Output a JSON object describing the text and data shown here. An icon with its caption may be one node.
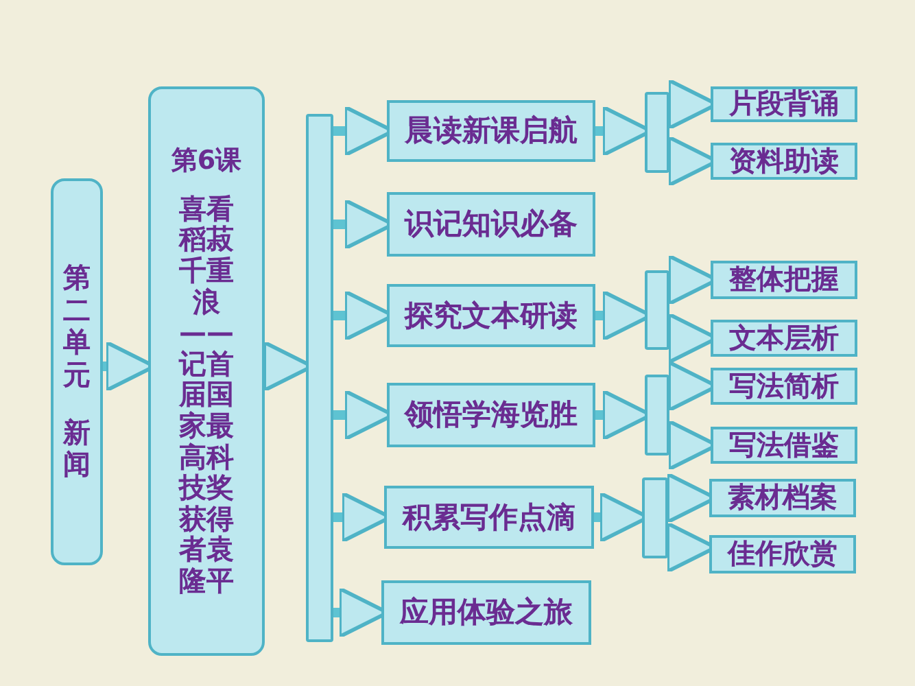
{
  "diagram": {
    "nodes": [
      {
        "text": [
          "第二单元",
          "新闻"
        ]
      },
      {
        "text": [
          "第6课",
          "喜看稻菽千重浪",
          "——记首届国家最高科技奖获得者袁隆平"
        ]
      },
      {
        "text": [],
        "shape": "bar"
      },
      {
        "text": [
          "晨读新课启航"
        ]
      },
      {
        "text": [],
        "shape": "bar"
      },
      {
        "text": [
          "片段背诵"
        ]
      },
      {
        "text": [
          "资料助读"
        ]
      },
      {
        "text": [
          "识记知识必备"
        ]
      },
      {
        "text": [
          "探究文本研读"
        ]
      },
      {
        "text": [],
        "shape": "bar"
      },
      {
        "text": [
          "整体把握"
        ]
      },
      {
        "text": [
          "文本层析"
        ]
      },
      {
        "text": [
          "领悟学海览胜"
        ]
      },
      {
        "text": [],
        "shape": "bar"
      },
      {
        "text": [
          "写法简析"
        ]
      },
      {
        "text": [
          "写法借鉴"
        ]
      },
      {
        "text": [
          "积累写作点滴"
        ]
      },
      {
        "text": [],
        "shape": "bar"
      },
      {
        "text": [
          "素材档案"
        ]
      },
      {
        "text": [
          "佳作欣赏"
        ]
      },
      {
        "text": [
          "应用体验之旅"
        ]
      }
    ],
    "edges": [
      {
        "from": 0,
        "to": 1,
        "arrow": "to"
      },
      {
        "from": 1,
        "to": 2,
        "arrow": "to"
      },
      {
        "from": 2,
        "to": 3,
        "arrow": "to"
      },
      {
        "from": 2,
        "to": 7,
        "arrow": "to"
      },
      {
        "from": 2,
        "to": 8,
        "arrow": "to"
      },
      {
        "from": 2,
        "to": 12,
        "arrow": "to"
      },
      {
        "from": 2,
        "to": 16,
        "arrow": "to"
      },
      {
        "from": 2,
        "to": 20,
        "arrow": "to"
      },
      {
        "from": 3,
        "to": 4,
        "arrow": "to"
      },
      {
        "from": 4,
        "to": 5,
        "arrow": "to"
      },
      {
        "from": 4,
        "to": 6,
        "arrow": "to"
      },
      {
        "from": 8,
        "to": 9,
        "arrow": "to"
      },
      {
        "from": 9,
        "to": 10,
        "arrow": "to"
      },
      {
        "from": 9,
        "to": 11,
        "arrow": "to"
      },
      {
        "from": 12,
        "to": 13,
        "arrow": "to"
      },
      {
        "from": 13,
        "to": 14,
        "arrow": "to"
      },
      {
        "from": 13,
        "to": 15,
        "arrow": "to"
      },
      {
        "from": 16,
        "to": 17,
        "arrow": "to"
      },
      {
        "from": 17,
        "to": 18,
        "arrow": "to"
      },
      {
        "from": 17,
        "to": 19,
        "arrow": "to"
      }
    ]
  }
}
